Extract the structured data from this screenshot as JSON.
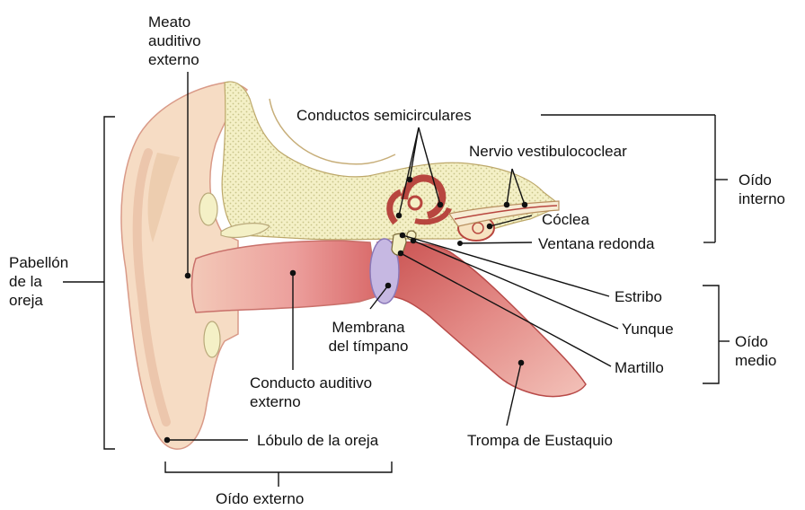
{
  "labels": {
    "meato": "Meato\nauditivo\nexterno",
    "conductos_semicirculares": "Conductos semicirculares",
    "nervio_vestibulococlear": "Nervio vestibulococlear",
    "oido_interno": "Oído\ninterno",
    "coclea": "Cóclea",
    "ventana_redonda": "Ventana redonda",
    "pabellon": "Pabellón\nde la\noreja",
    "estribo": "Estribo",
    "yunque": "Yunque",
    "martillo": "Martillo",
    "oido_medio": "Oído\nmedio",
    "membrana": "Membrana\ndel tímpano",
    "conducto_auditivo": "Conducto auditivo\nexterno",
    "lobulo": "Lóbulo de la oreja",
    "trompa": "Trompa de Eustaquio",
    "oido_externo": "Oído externo"
  },
  "colors": {
    "skin": "#f6dcc4",
    "skin_shade": "#e9c6a6",
    "canal": "#ea9a98",
    "canal_dark": "#c9504f",
    "bone": "#f4f0c6",
    "bone_dot": "#c8c48a",
    "membrane": "#c6b8e2",
    "nerve": "#f7ecd4",
    "line": "#111111"
  }
}
